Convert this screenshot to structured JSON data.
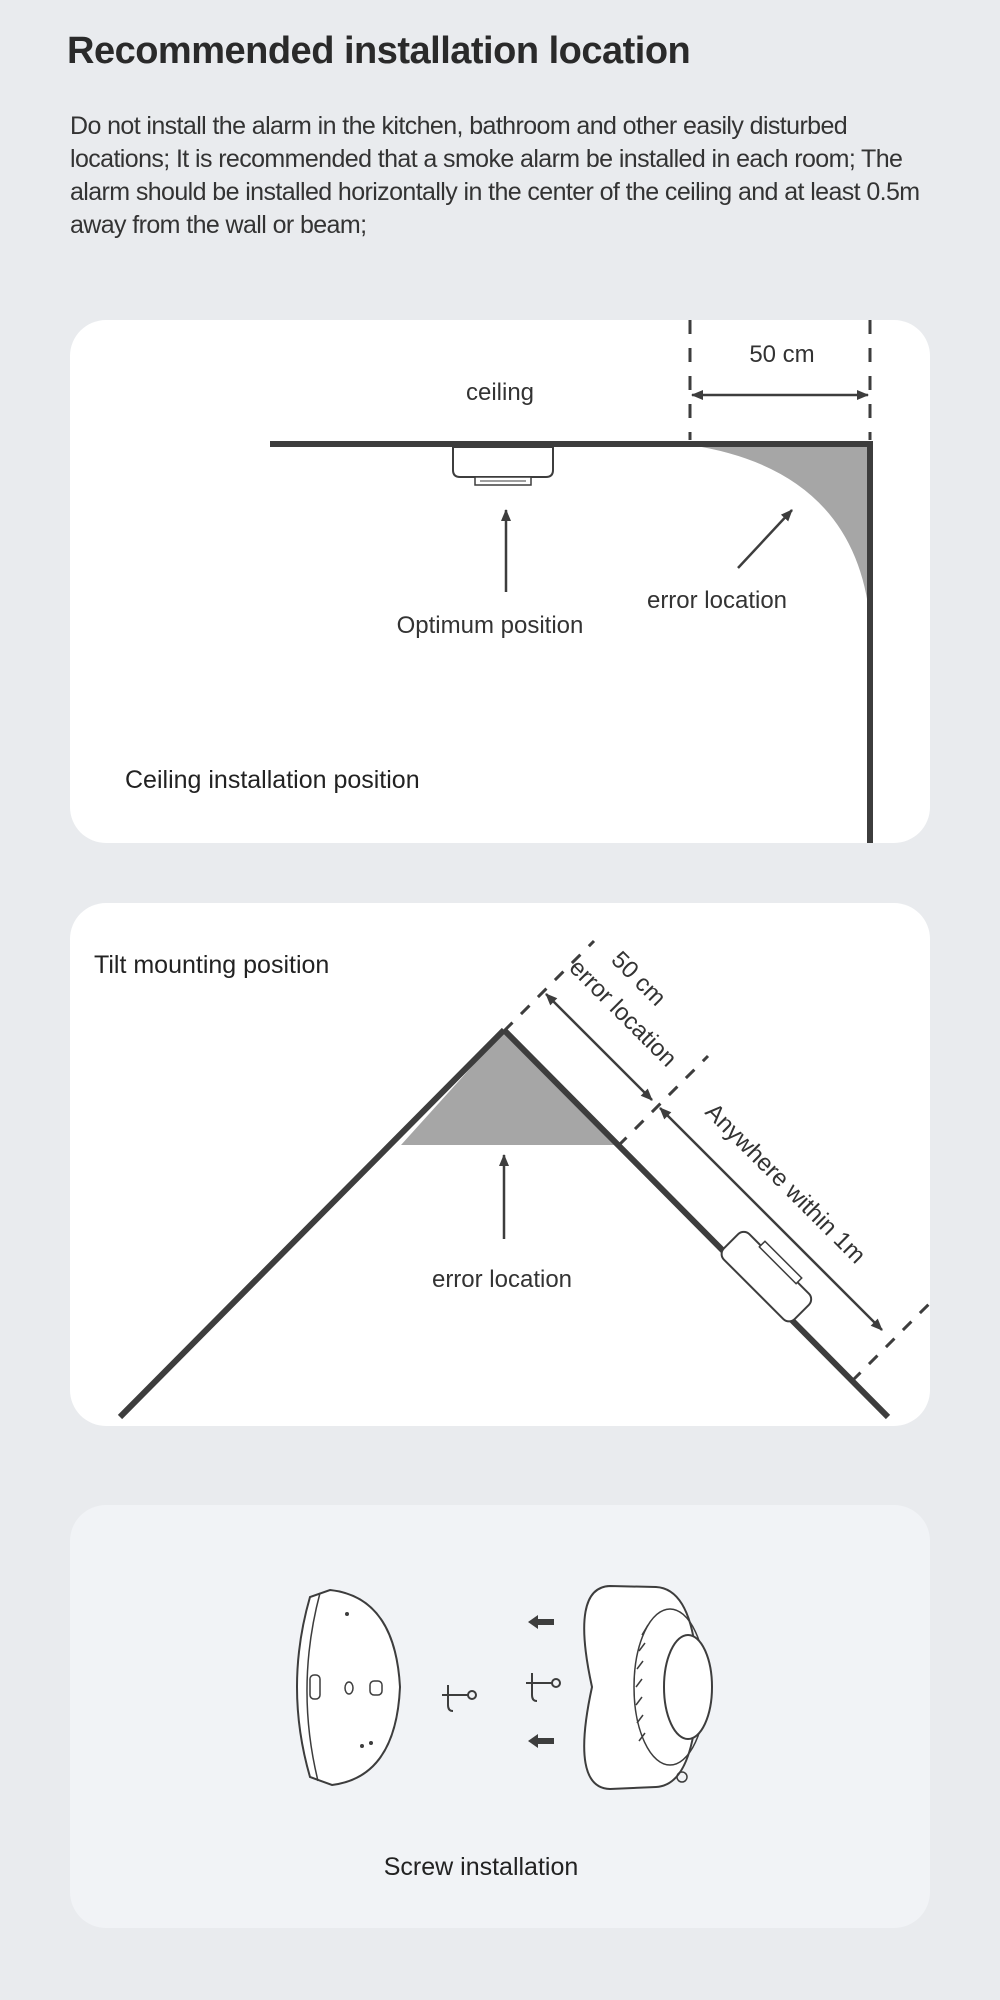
{
  "page": {
    "title": "Recommended installation location",
    "intro": "Do not install the alarm in the kitchen, bathroom and other easily disturbed locations; It is recommended that a smoke alarm be installed in each room; The alarm should be installed horizontally in the center of the ceiling and at least 0.5m away from the wall or beam;"
  },
  "ceiling_panel": {
    "caption": "Ceiling installation position",
    "ceiling_label": "ceiling",
    "distance_label": "50 cm",
    "optimum_label": "Optimum position",
    "error_label": "error location"
  },
  "tilt_panel": {
    "caption": "Tilt mounting position",
    "distance_label": "50 cm",
    "error_zone_label": "error location",
    "range_label": "Anywhere within 1m",
    "error_label": "error location"
  },
  "screw_panel": {
    "caption": "Screw installation"
  },
  "colors": {
    "background": "#e9ebee",
    "card": "#ffffff",
    "line": "#3d3d3d",
    "error_zone": "#a6a6a6"
  }
}
